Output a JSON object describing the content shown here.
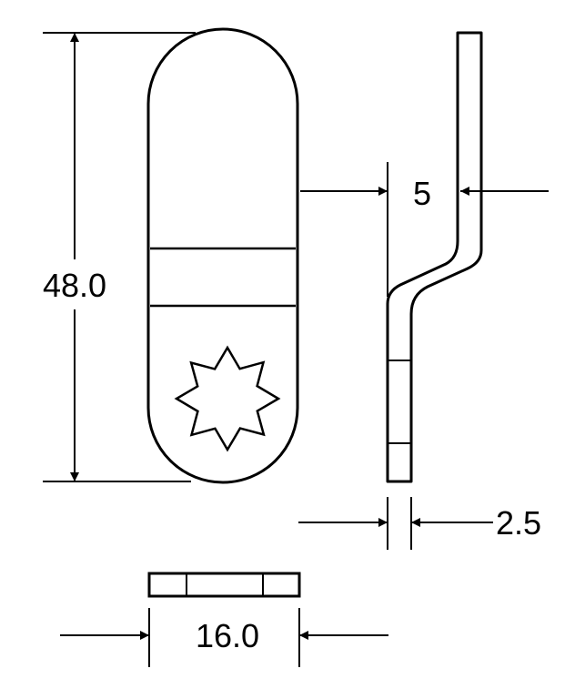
{
  "drawing": {
    "dimensions": {
      "height": "48.0",
      "offset": "5",
      "thickness": "2.5",
      "width": "16.0"
    }
  },
  "colors": {
    "line": "#000000",
    "background": "#ffffff"
  }
}
